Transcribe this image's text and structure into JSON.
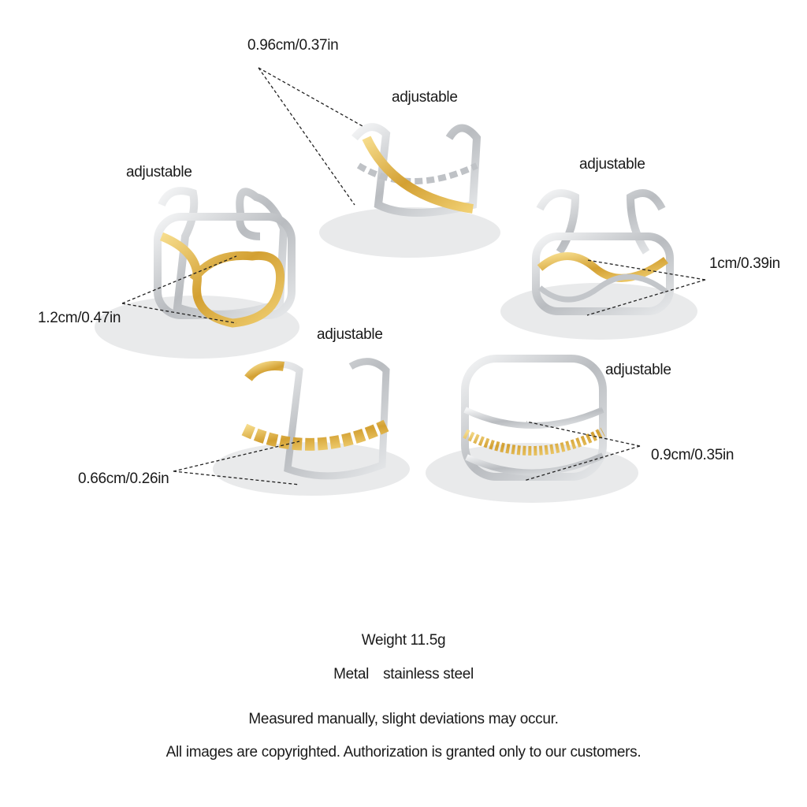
{
  "rings": [
    {
      "id": "oval",
      "size": "1.2cm/0.47in",
      "note": "adjustable"
    },
    {
      "id": "crossover-chain",
      "size": "0.96cm/0.37in",
      "note": "adjustable"
    },
    {
      "id": "wave",
      "size": "1cm/0.39in",
      "note": "adjustable"
    },
    {
      "id": "braid",
      "size": "0.66cm/0.26in",
      "note": "adjustable"
    },
    {
      "id": "triple-band",
      "size": "0.9cm/0.35in",
      "note": "adjustable"
    }
  ],
  "specs": {
    "weight_label": "Weight",
    "weight_value": "11.5g",
    "metal_label": "Metal",
    "metal_value": "stainless steel"
  },
  "notes": {
    "measure": "Measured manually, slight deviations may occur.",
    "copyright": "All images are copyrighted. Authorization is granted only to our customers."
  },
  "colors": {
    "gold": "#d8a93a",
    "silver": "#c9ccd0",
    "shadow": "#d6d8da"
  }
}
